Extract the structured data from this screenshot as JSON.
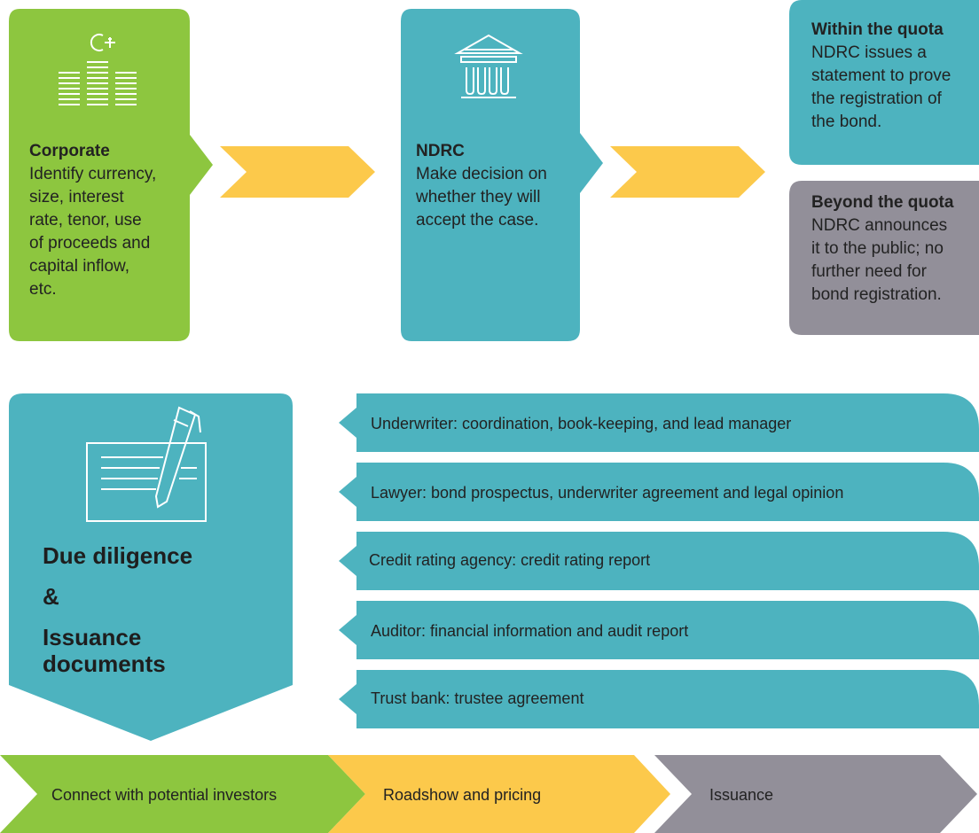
{
  "colors": {
    "green": "#8dc63f",
    "teal": "#4db3bf",
    "yellow": "#fcc94b",
    "gray": "#928f99"
  },
  "corporate": {
    "icon": "coins-icon",
    "title": "Corporate",
    "body": [
      "Identify currency,",
      "size, interest",
      "rate, tenor, use",
      "of proceeds and",
      "capital inflow,",
      "etc."
    ]
  },
  "ndrc": {
    "icon": "government-building-icon",
    "title": "NDRC",
    "body": [
      "Make decision on",
      "whether they will",
      "accept the case."
    ]
  },
  "within_quota": {
    "title": "Within the quota",
    "body": [
      "NDRC issues a",
      "statement to prove",
      "the registration of",
      "the bond."
    ]
  },
  "beyond_quota": {
    "title": "Beyond the quota",
    "body": [
      "NDRC announces",
      "it to the public; no",
      "further need for",
      "bond registration."
    ]
  },
  "due_diligence": {
    "icon": "document-pen-icon",
    "line1": "Due diligence",
    "line2": "&",
    "line3": "Issuance",
    "line4": "documents"
  },
  "roles": [
    "Underwriter: coordination, book-keeping, and lead manager",
    "Lawyer:  bond prospectus, underwriter agreement and legal opinion",
    "Credit rating agency: credit rating report",
    "Auditor: financial information and audit report",
    "Trust bank: trustee agreement"
  ],
  "steps": [
    "Connect with potential investors",
    "Roadshow and pricing",
    "Issuance"
  ]
}
